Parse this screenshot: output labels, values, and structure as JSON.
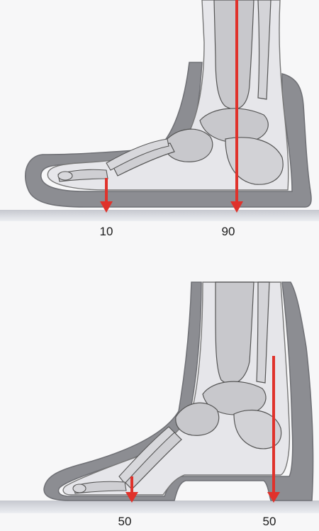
{
  "figure": {
    "panels": [
      {
        "id": "flat-foot",
        "description_free": true,
        "loads": [
          {
            "label": "10",
            "color": "#e0322b"
          },
          {
            "label": "90",
            "color": "#e0322b"
          }
        ]
      },
      {
        "id": "high-heel",
        "loads": [
          {
            "label": "50",
            "color": "#e0322b"
          },
          {
            "label": "50",
            "color": "#e0322b"
          }
        ]
      }
    ],
    "colors": {
      "shoe": "#8c8d92",
      "bone": "#c8c8cc",
      "bone_light": "#dcdce0",
      "ground": "#b9bcc4",
      "arrow": "#e0322b"
    }
  }
}
